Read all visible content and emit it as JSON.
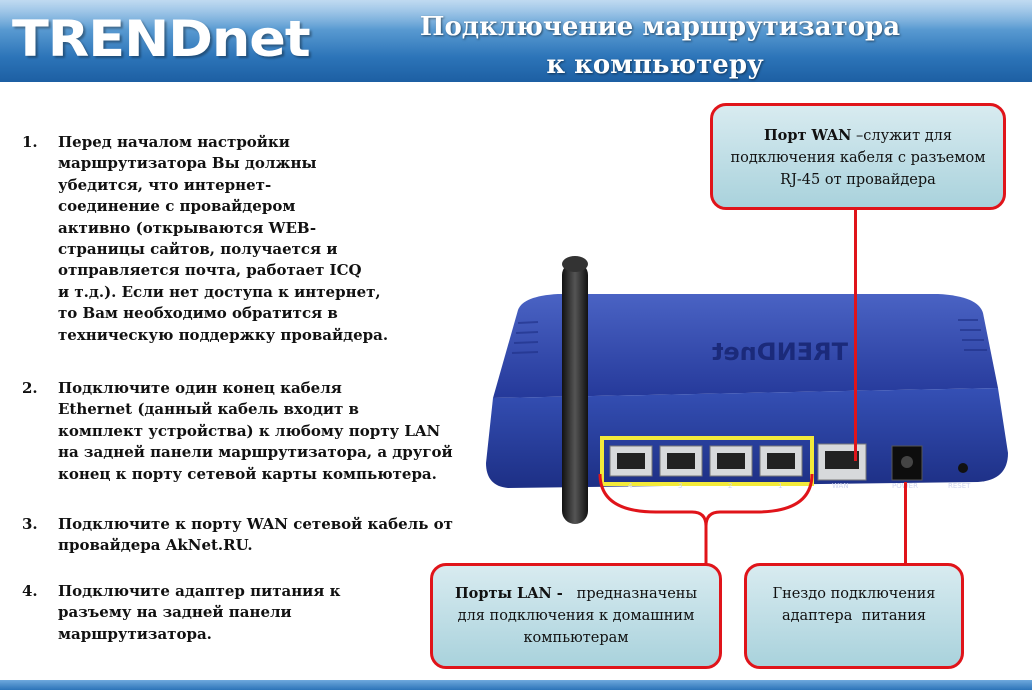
{
  "header": {
    "logo": "TRENDnet",
    "title_line1": "Подключение маршрутизатора",
    "title_line2": "к компьютеру"
  },
  "steps": [
    {
      "num": "1.",
      "text": "Перед началом настройки\nмаршрутизатора Вы должны\nубедится, что интернет-\nсоединение с провайдером\nактивно (открываются WEB-\nстраницы сайтов, получается и\nотправляется почта, работает ICQ\nи т.д.). Если нет доступа к интернет,\nто Вам необходимо обратится в\nтехническую поддержку провайдера."
    },
    {
      "num": "2.",
      "text": "Подключите один конец кабеля\nEthernet (данный кабель входит в\nкомплект устройства) к любому порту LAN\nна задней панели маршрутизатора, а другой\nконец к порту сетевой карты компьютера."
    },
    {
      "num": "3.",
      "text": "Подключите к порту WAN сетевой кабель от\nпровайдера AkNet.RU."
    },
    {
      "num": "4.",
      "text": "Подключите адаптер питания к\nразъему на задней панели\nмаршрутизатора."
    }
  ],
  "callouts": {
    "wan": {
      "bold": "Порт WAN",
      "text1": " –служит для",
      "text2": "подключения кабеля с разъемом",
      "text3": "RJ-45 от провайдера"
    },
    "lan": {
      "bold": "Порты LAN -",
      "text1": "   предназначены",
      "text2": "для подключения к домашним",
      "text3": "компьютерам"
    },
    "power": {
      "line1": "Гнездо подключения",
      "line2": "адаптера  питания"
    }
  },
  "router": {
    "brand_mirrored": "TRENDnet",
    "port_labels": [
      "4",
      "3",
      "2",
      "1",
      "WAN",
      "POWER",
      "RESET"
    ]
  },
  "colors": {
    "accent_red": "#e0141a",
    "header_blue": "#2c74b8",
    "router_blue": "#2b45a8",
    "lan_highlight": "#f3ea3a"
  }
}
